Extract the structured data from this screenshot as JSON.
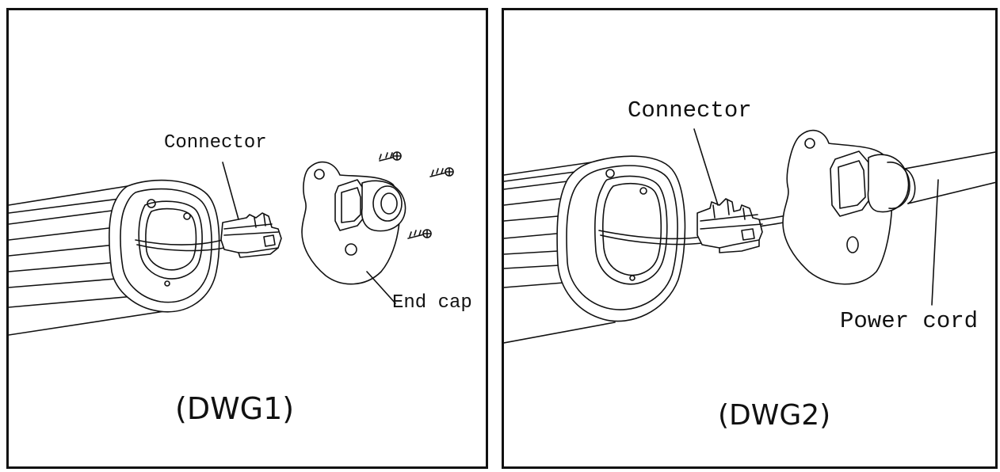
{
  "panels": [
    {
      "connector_label": "Connector",
      "end_cap_label": "End cap",
      "caption": "(DWG1)"
    },
    {
      "connector_label": "Connector",
      "power_cord_label": "Power cord",
      "caption": "(DWG2)"
    }
  ],
  "colors": {
    "line": "#111111",
    "background": "#ffffff",
    "fill": "#f4f4f4"
  }
}
